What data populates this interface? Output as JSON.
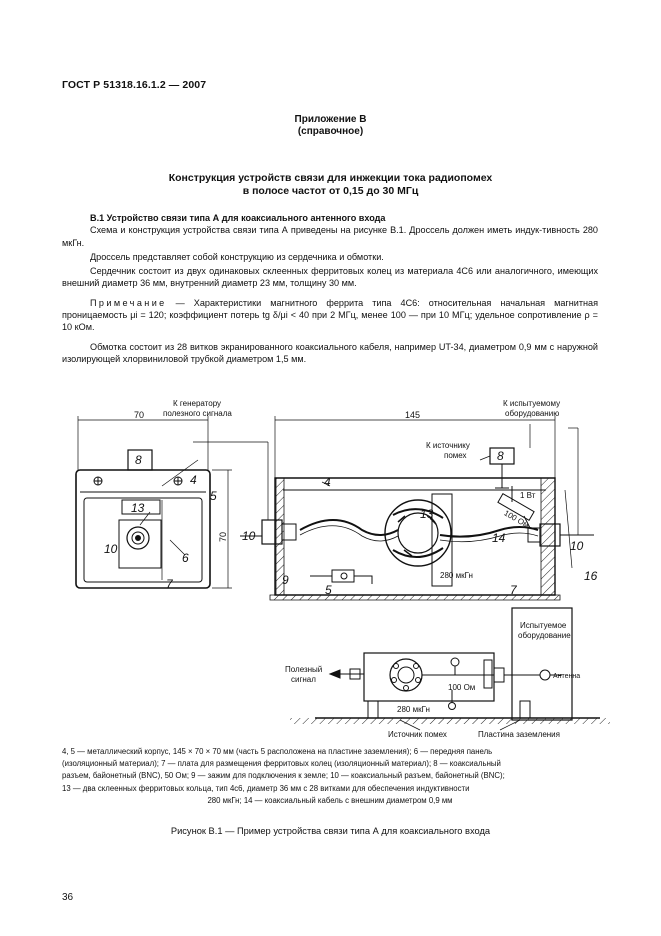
{
  "header": {
    "standard": "ГОСТ Р 51318.16.1.2 — 2007"
  },
  "annex": {
    "line1": "Приложение В",
    "line2": "(справочное)"
  },
  "title": {
    "line1": "Конструкция  устройств  связи для инжекции тока радиопомех",
    "line2": "в полосе частот от  0,15 до 30 МГц"
  },
  "section": {
    "heading": "В.1 Устройство связи типа А  для коаксиального антенного входа"
  },
  "paragraphs": {
    "p1": "Схема и конструкция  устройства связи типа  А  приведены  на рисунке В.1. Дроссель должен  иметь  индук-тивность 280 мкГн.",
    "p2": "Дроссель представляет собой конструкцию из сердечника и обмотки.",
    "p3": "Сердечник состоит из двух одинаковых склеенных ферритовых колец из материала 4С6 или аналогичного, имеющих внешний диаметр  36 мм, внутренний диаметр 23 мм, толщину 30 мм.",
    "note_label": "Примечание",
    "note_text": " — Характеристики магнитного феррита типа 4С6:  относительная начальная магнитная проницаемость μi = 120; коэффициент потерь  tg δ/μi < 40 при 2 МГц, менее 100 — при 10 МГц; удельное сопротивление ρ = 10 кОм.",
    "p4": "Обмотка состоит из 28 витков экранированного коаксиального кабеля, например UT-34, диаметром 0,9 мм с  наружной изолирующей хлорвиниловой трубкой диаметром 1,5 мм."
  },
  "figure": {
    "label_generator_1": "К генератору",
    "label_generator_2": "полезного сигнала",
    "label_equipment_1": "К испытуемому",
    "label_equipment_2": "оборудованию",
    "label_noise_source_1": "К источнику",
    "label_noise_source_2": "помех",
    "dim_70_top": "70",
    "dim_70_side": "70",
    "dim_145": "145",
    "inductance": "280 мкГн",
    "resistor": "100 Ом",
    "power": "1 Вт",
    "n4a": "4",
    "n4b": "4",
    "n5a": "5",
    "n5b": "5",
    "n6": "6",
    "n7a": "7",
    "n7b": "7",
    "n8a": "8",
    "n8b": "8",
    "n9": "9",
    "n10a": "10",
    "n10b": "10",
    "n10c": "10",
    "n13a": "13",
    "n13b": "13",
    "n14": "14",
    "n16": "16",
    "schematic": {
      "useful_signal_1": "Полезный",
      "useful_signal_2": "сигнал",
      "equipment_1": "Испытуемое",
      "equipment_2": "оборудование",
      "antenna": "Антенна",
      "inductance": "280 мкГн",
      "resistor": "100 Ом",
      "noise_source": "Источник помех",
      "ground_plate": "Пластина заземления"
    }
  },
  "legend": {
    "l1": "4, 5 — металлический корпус, 145 × 70 × 70 мм (часть 5 расположена на пластине заземления); 6 — передняя панель",
    "l2": "(изоляционный материал); 7 — плата для размещения ферритовых колец (изоляционный материал); 8 — коаксиальный",
    "l3": "разъем, байонетный (BNC), 50 Ом; 9 — зажим для подключения к земле; 10 — коаксиальный разъем, байонетный (BNC);",
    "l4": "13 — два склеенных  ферритовых  кольца,  тип 4с6,  диаметр  36  мм  с  28 витками  для  обеспечения  индуктивности",
    "l5": "280 мкГн; 14 — коаксиальный кабель с внешним диаметром 0,9 мм"
  },
  "caption": "Рисунок  В.1 — Пример устройства связи типа А для коаксиального входа",
  "page_number": "36"
}
